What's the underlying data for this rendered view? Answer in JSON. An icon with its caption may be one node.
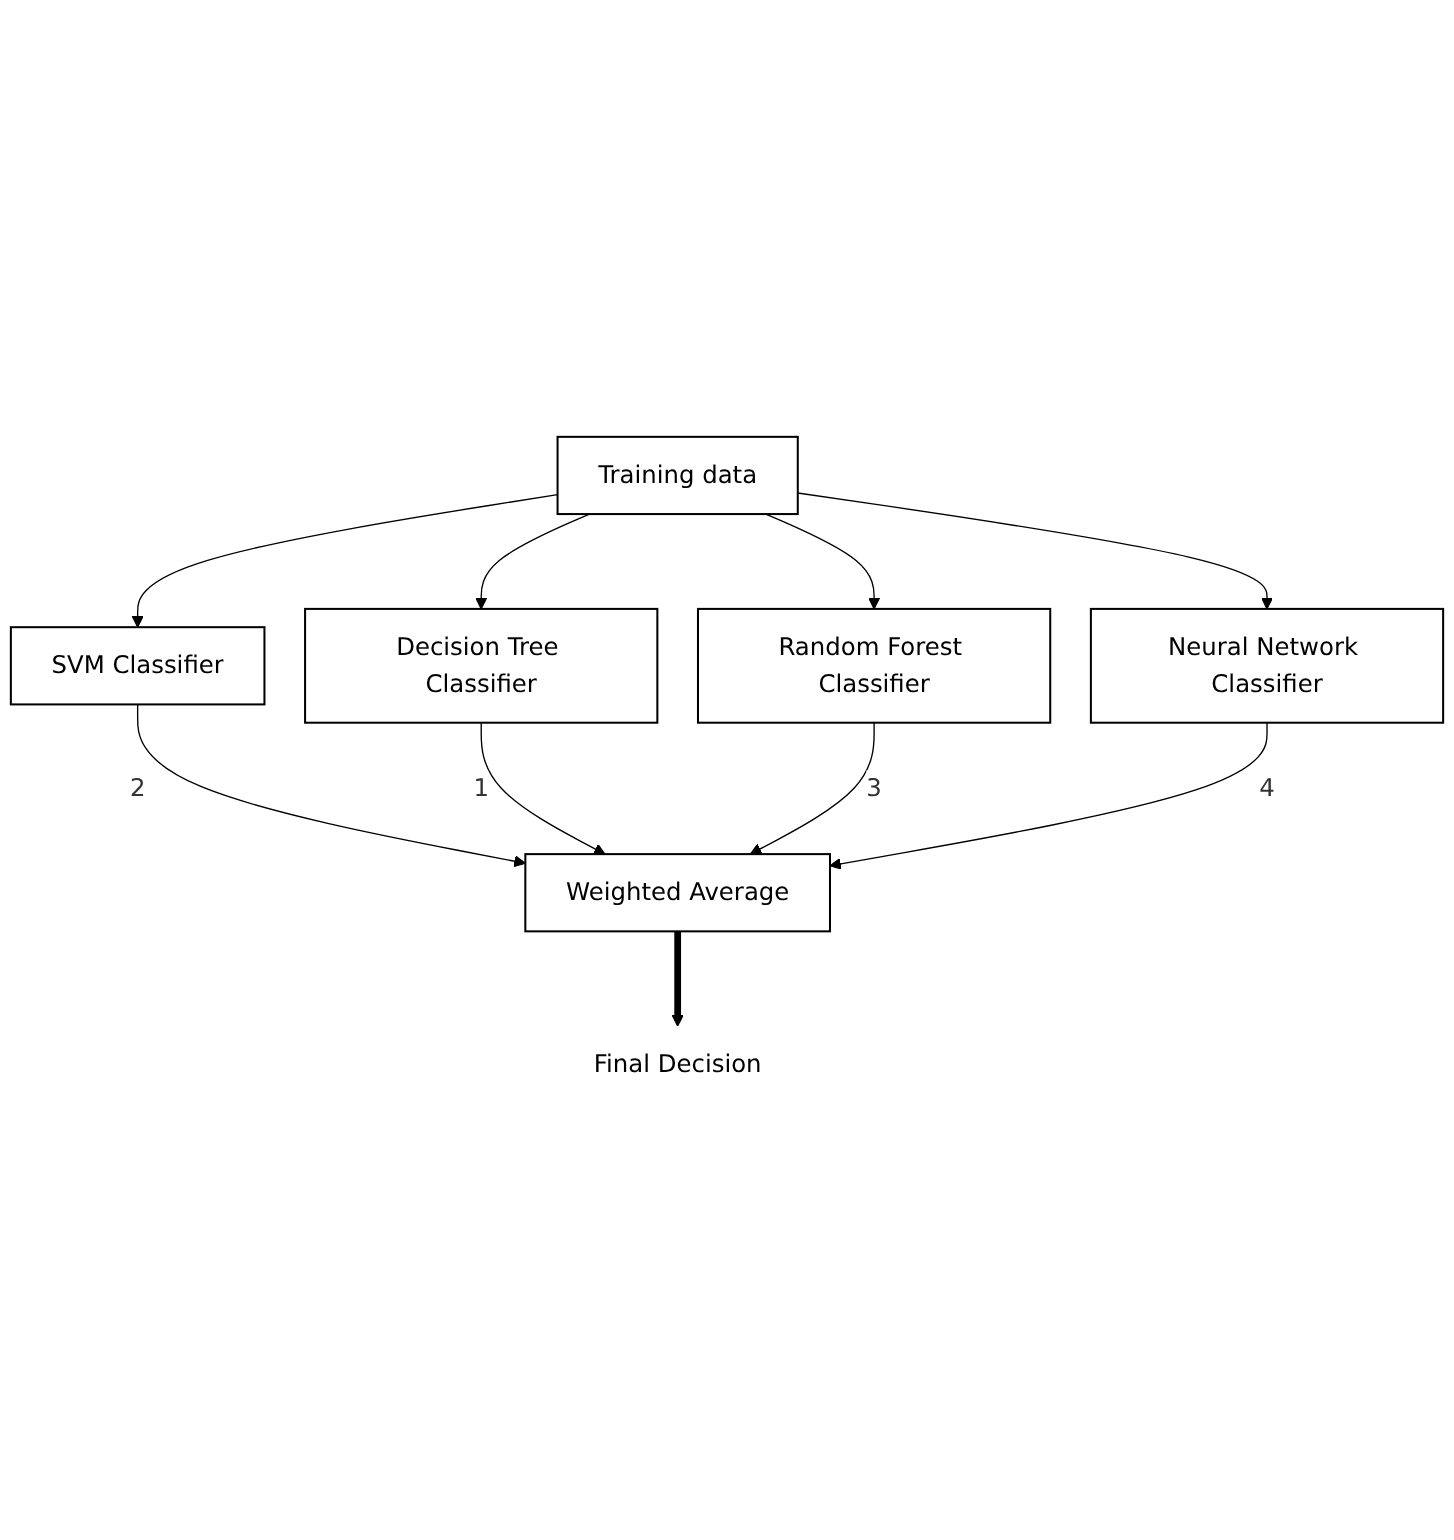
{
  "diagram": {
    "nodes": [
      {
        "text": [
          "Training data"
        ]
      },
      {
        "text": [
          "SVM Classifier"
        ]
      },
      {
        "text": [
          "Decision Tree Classifier"
        ]
      },
      {
        "text": [
          "Random Forest Classifier"
        ]
      },
      {
        "text": [
          "Neural Network Classifier"
        ]
      },
      {
        "text": [
          "Weighted Average"
        ]
      },
      {
        "text": [
          "Final Decision"
        ]
      }
    ],
    "edges": [
      {
        "from": 0,
        "to": 1,
        "arrow": "to"
      },
      {
        "from": 0,
        "to": 2,
        "arrow": "to"
      },
      {
        "from": 0,
        "to": 3,
        "arrow": "to"
      },
      {
        "from": 0,
        "to": 4,
        "arrow": "to"
      },
      {
        "from": 1,
        "to": 5,
        "arrow": "to",
        "label": "2"
      },
      {
        "from": 2,
        "to": 5,
        "arrow": "to",
        "label": "1"
      },
      {
        "from": 3,
        "to": 5,
        "arrow": "to",
        "label": "3"
      },
      {
        "from": 4,
        "to": 5,
        "arrow": "to",
        "label": "4"
      },
      {
        "from": 5,
        "to": 6,
        "arrow": "to",
        "style": "thick"
      }
    ]
  }
}
